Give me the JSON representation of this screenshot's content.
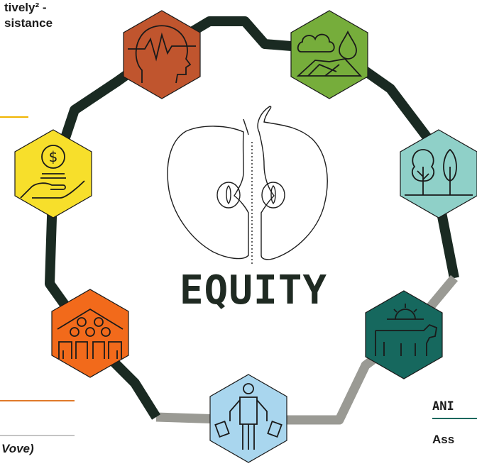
{
  "fragments": {
    "top_left_line1": "tively² -",
    "top_left_line2": "sistance",
    "bottom_left": "Vove)",
    "bottom_right_heading": "ANI",
    "bottom_right_text": "Ass"
  },
  "center": {
    "title": "EQUITY"
  },
  "nodes": [
    {
      "id": "human-health",
      "icon": "head-heartbeat-icon",
      "color": "#c0552e"
    },
    {
      "id": "environment",
      "icon": "cloud-water-land-icon",
      "color": "#76ad3b"
    },
    {
      "id": "plants",
      "icon": "trees-icon",
      "color": "#8fd0c8"
    },
    {
      "id": "animal-health",
      "icon": "cow-sun-icon",
      "color": "#16685e"
    },
    {
      "id": "worker",
      "icon": "worker-tools-icon",
      "color": "#a9d6ee"
    },
    {
      "id": "community",
      "icon": "people-house-icon",
      "color": "#f26a1b"
    },
    {
      "id": "economics",
      "icon": "money-hand-icon",
      "color": "#f7df2b"
    }
  ],
  "colors": {
    "ring_dark": "#1a2a22",
    "ring_gray": "#9a9a94",
    "accent_orange": "#e07a2a",
    "accent_teal": "#16685e"
  }
}
